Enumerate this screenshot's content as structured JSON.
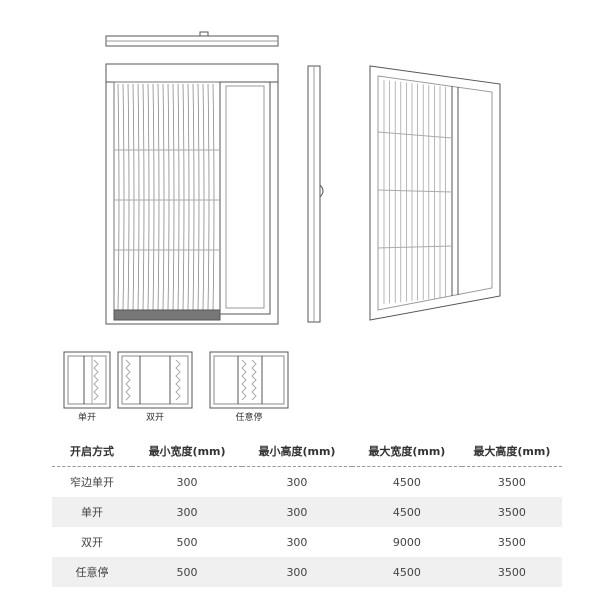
{
  "door_types": [
    {
      "label": "单开"
    },
    {
      "label": "双开"
    },
    {
      "label": "任意停"
    }
  ],
  "table": {
    "headers": [
      "开启方式",
      "最小宽度(mm)",
      "最小高度(mm)",
      "最大宽度(mm)",
      "最大高度(mm)"
    ],
    "rows": [
      [
        "窄边单开",
        "300",
        "300",
        "4500",
        "3500"
      ],
      [
        "单开",
        "300",
        "300",
        "4500",
        "3500"
      ],
      [
        "双开",
        "500",
        "300",
        "9000",
        "3500"
      ],
      [
        "任意停",
        "500",
        "300",
        "4500",
        "3500"
      ]
    ]
  }
}
